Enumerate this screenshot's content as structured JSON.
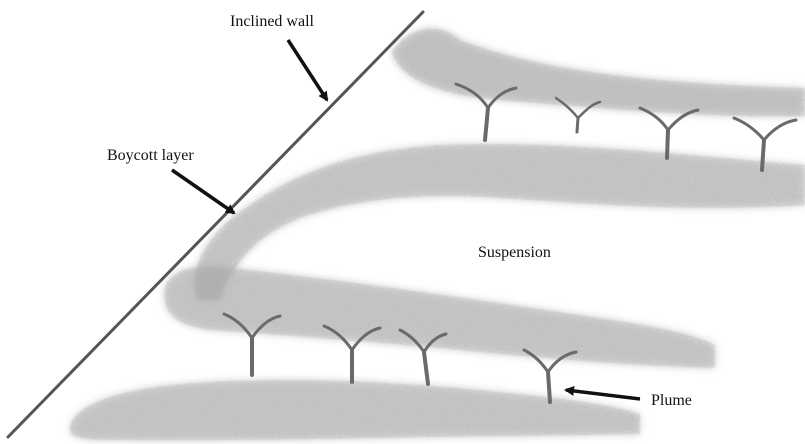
{
  "labels": {
    "inclined_wall": "Inclined wall",
    "boycott_layer": "Boycott layer",
    "suspension": "Suspension",
    "plume": "Plume"
  },
  "colors": {
    "wall": "#555555",
    "sediment": "#8a8a8a",
    "sediment_dark": "#6e6e6e",
    "arrow": "#111111",
    "background": "#ffffff"
  }
}
